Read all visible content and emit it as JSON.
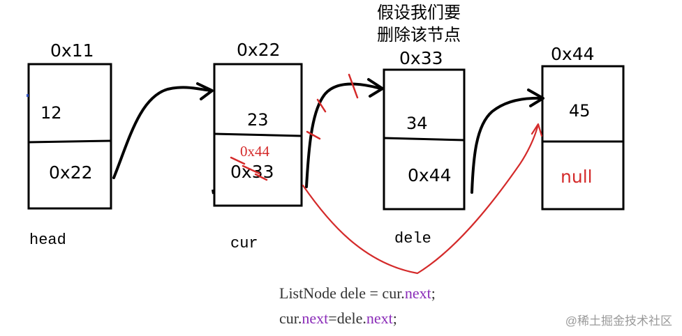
{
  "annotation": {
    "line1": "假设我们要",
    "line2": "删除该节点"
  },
  "nodes": [
    {
      "address": "0x11",
      "value": "12",
      "next": "0x22",
      "label": "head"
    },
    {
      "address": "0x22",
      "value": "23",
      "next": "0x33",
      "new_next": "0x44",
      "label": "cur"
    },
    {
      "address": "0x33",
      "value": "34",
      "next": "0x44",
      "label": "dele"
    },
    {
      "address": "0x44",
      "value": "45",
      "next": "null",
      "label": ""
    }
  ],
  "colors": {
    "ink": "#000000",
    "red": "#d42a2a",
    "keyword": "#8a2bb8",
    "code": "#333333"
  },
  "code": {
    "line1": {
      "pre": "ListNode dele = cur.",
      "kw": "next",
      "post": ";"
    },
    "line2": {
      "pre": "cur.",
      "kw1": "next",
      "mid": "=dele.",
      "kw2": "next",
      "post": ";"
    }
  },
  "watermark": "@稀土掘金技术社区"
}
